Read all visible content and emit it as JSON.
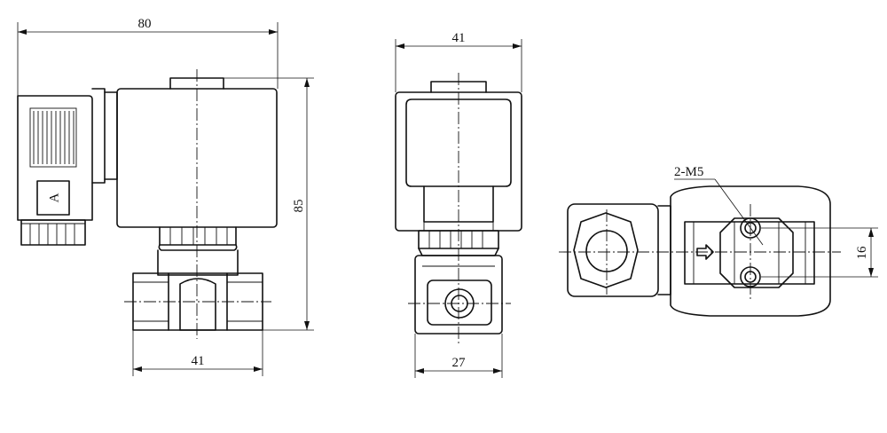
{
  "front_view": {
    "width_overall": "80",
    "height_overall": "85",
    "port_width": "41",
    "connector_letter": "A"
  },
  "side_view": {
    "coil_width": "41",
    "body_width": "27"
  },
  "top_view": {
    "mount_holes": "2-M5",
    "hole_spacing": "16"
  }
}
